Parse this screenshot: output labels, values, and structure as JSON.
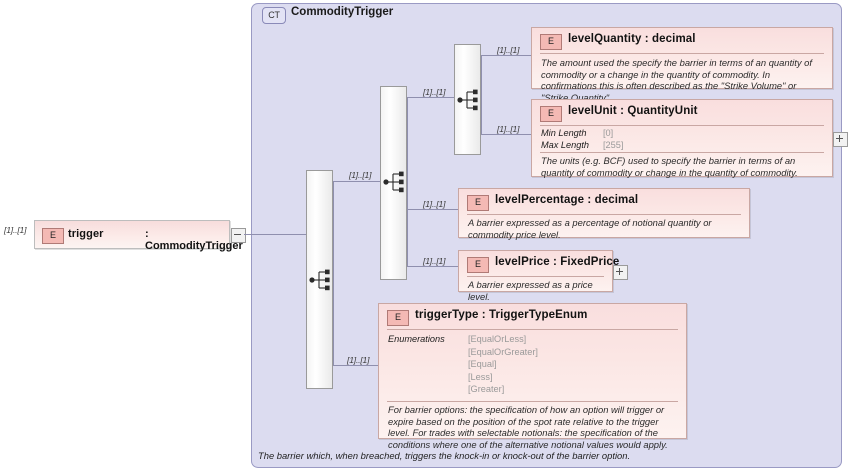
{
  "complex_type": {
    "badge": "CT",
    "name": "CommodityTrigger",
    "documentation": "The barrier which, when breached, triggers the knock-in or knock-out of the barrier option."
  },
  "root_element": {
    "badge": "E",
    "name": "trigger",
    "type": ": CommodityTrigger",
    "occurrence": "[1]..[1]",
    "collapse_control": "minus"
  },
  "occurrences": {
    "root_to_seq": "[1]..[1]",
    "seq_to_subseq": "[1]..[1]",
    "subseq_to_levelQuantity": "[1]..[1]",
    "subseq_to_levelUnit": "[1]..[1]",
    "seq_to_levelPercentage": "[1]..[1]",
    "seq_to_levelPrice": "[1]..[1]",
    "root_seq_to_triggerType": "[1]..[1]"
  },
  "compositors": [
    {
      "name": "outer-sequence",
      "kind": "sequence"
    },
    {
      "name": "inner-sequence",
      "kind": "sequence"
    },
    {
      "name": "level-sequence",
      "kind": "sequence"
    }
  ],
  "elements": [
    {
      "id": "levelQuantity",
      "badge": "E",
      "title": "levelQuantity : decimal",
      "documentation": "The amount used the specify the barrier in terms of an quantity of commodity or a change in the quantity of commodity. In confirmations this is often described as the \"Strike Volume\" or \"Strike Quantity\".",
      "expander": null
    },
    {
      "id": "levelUnit",
      "badge": "E",
      "title": "levelUnit : QuantityUnit",
      "facets": [
        {
          "label": "Min Length",
          "value": "[0]"
        },
        {
          "label": "Max Length",
          "value": "[255]"
        }
      ],
      "documentation": "The units (e.g. BCF) used to specify the barrier in terms of an quantity of commodity or change in the quantity of commodity.",
      "expander": "plus"
    },
    {
      "id": "levelPercentage",
      "badge": "E",
      "title": "levelPercentage : decimal",
      "documentation": "A barrier expressed as a percentage of notional quantity or commodity price level.",
      "expander": null
    },
    {
      "id": "levelPrice",
      "badge": "E",
      "title": "levelPrice : FixedPrice",
      "documentation": "A barrier expressed as a price level.",
      "expander": "plus"
    },
    {
      "id": "triggerType",
      "badge": "E",
      "title": "triggerType : TriggerTypeEnum",
      "enumerations_label": "Enumerations",
      "enumerations": [
        "[EqualOrLess]",
        "[EqualOrGreater]",
        "[Equal]",
        "[Less]",
        "[Greater]"
      ],
      "documentation": "For barrier options: the specification of how an option will trigger or expire based on the position of the spot rate relative to the trigger level. For trades with selectable notionals: the specification of the conditions where one of the alternative notional values would apply.",
      "expander": null
    }
  ],
  "colors": {
    "container_fill": "#dcdcf0",
    "container_border": "#9a9ac4",
    "element_fill": "#f9dede",
    "element_border": "#c9a7a3",
    "badge_fill": "#f4b9b4",
    "line": "#8f8fae",
    "facet_value": "#9a9a9a"
  }
}
